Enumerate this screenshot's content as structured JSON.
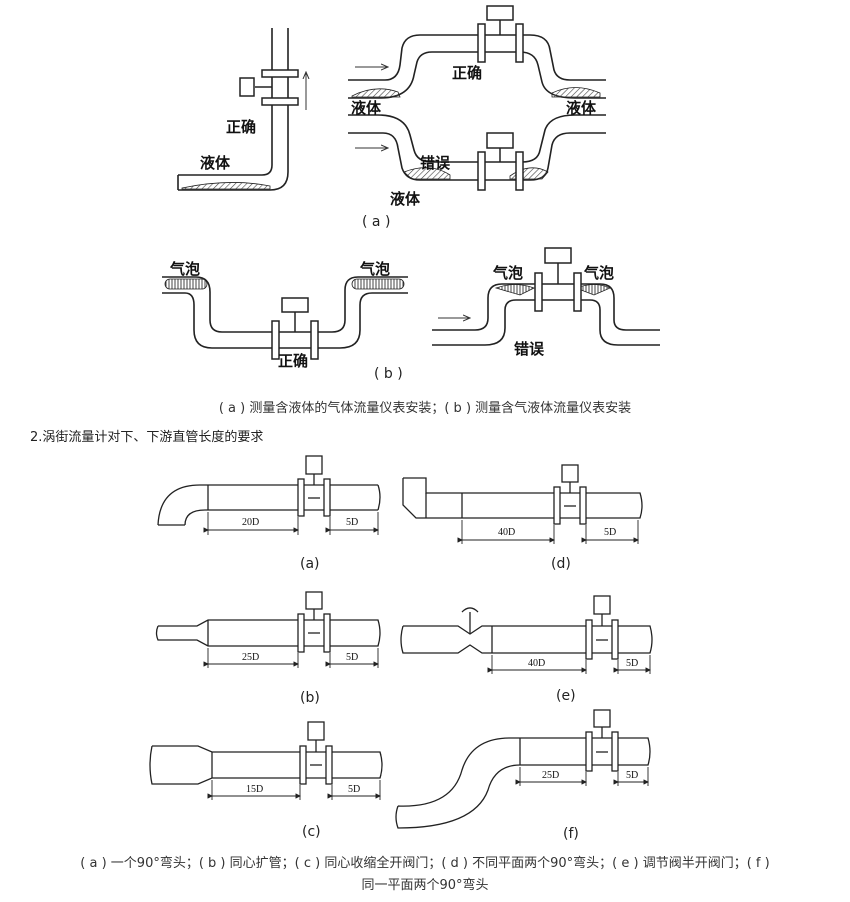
{
  "figure1": {
    "correct": "正确",
    "wrong": "错误",
    "liquid": "液体",
    "bubble": "气泡",
    "label_a": "( a )",
    "label_b": "( b )",
    "caption": "( a ) 测量含液体的气体流量仪表安装；( b ) 测量含气液体流量仪表安装"
  },
  "section_heading": "2.涡街流量计对下、下游直管长度的要求",
  "figure2": {
    "panels": [
      {
        "id": "a",
        "label": "(a)",
        "upstream": "20D",
        "downstream": "5D"
      },
      {
        "id": "b",
        "label": "(b)",
        "upstream": "25D",
        "downstream": "5D"
      },
      {
        "id": "c",
        "label": "(c)",
        "upstream": "15D",
        "downstream": "5D"
      },
      {
        "id": "d",
        "label": "(d)",
        "upstream": "40D",
        "downstream": "5D"
      },
      {
        "id": "e",
        "label": "(e)",
        "upstream": "40D",
        "downstream": "5D"
      },
      {
        "id": "f",
        "label": "(f)",
        "upstream": "25D",
        "downstream": "5D"
      }
    ],
    "caption_line1": "( a ) 一个90°弯头；( b ) 同心扩管；( c ) 同心收缩全开阀门；( d ) 不同平面两个90°弯头；( e ) 调节阀半开阀门；( f )",
    "caption_line2": "同一平面两个90°弯头"
  }
}
